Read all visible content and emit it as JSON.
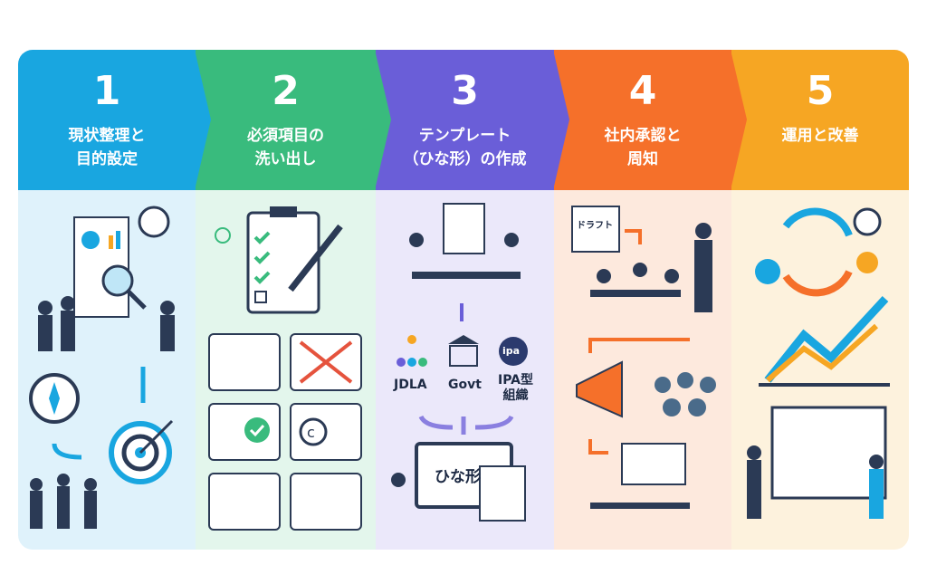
{
  "steps": [
    {
      "number": "1",
      "title": "現状整理と\n目的設定",
      "color": "#19a6e0",
      "tint": "#dff2fb"
    },
    {
      "number": "2",
      "title": "必須項目の\n洗い出し",
      "color": "#39bb7d",
      "tint": "#e3f6ec"
    },
    {
      "number": "3",
      "title": "テンプレート\n（ひな形）の作成",
      "color": "#6a5ed8",
      "tint": "#ebe8fa"
    },
    {
      "number": "4",
      "title": "社内承認と\n周知",
      "color": "#f5702a",
      "tint": "#fde9dd"
    },
    {
      "number": "5",
      "title": "運用と改善",
      "color": "#f6a623",
      "tint": "#fdf2dd"
    }
  ],
  "step3": {
    "sources": [
      "JDLA",
      "Govt",
      "IPA型\n組織"
    ],
    "ipa_logo": "ipa",
    "template_label": "ひな形"
  },
  "step4": {
    "draft_label": "ドラフト"
  }
}
